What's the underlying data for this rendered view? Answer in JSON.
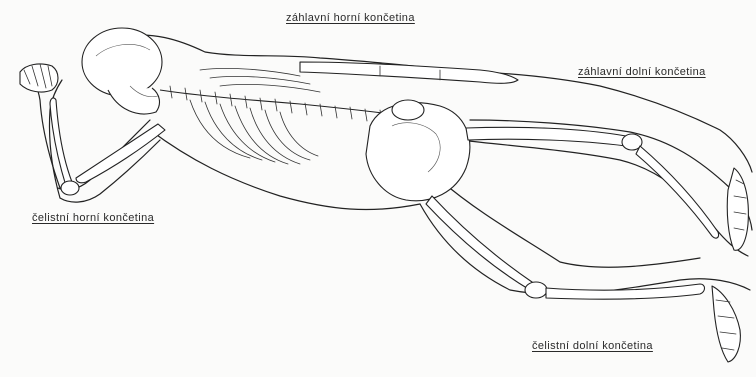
{
  "labels": {
    "zahlavni_horni": "záhlavní horní končetina",
    "zahlavni_dolni": "záhlavní dolní končetina",
    "celistni_horni": "čelistní horní končetina",
    "celistni_dolni": "čelistní dolní končetina"
  }
}
